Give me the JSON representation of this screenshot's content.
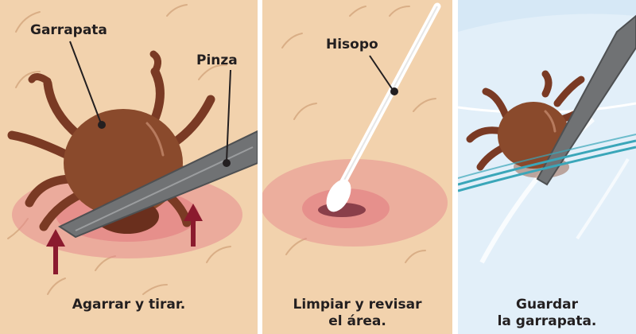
{
  "panels": [
    {
      "labels": {
        "tick": "Garrapata",
        "tweezers": "Pinza"
      },
      "caption": [
        "Agarrar y tirar."
      ]
    },
    {
      "labels": {
        "swab": "Hisopo"
      },
      "caption": [
        "Limpiar y revisar",
        "el área."
      ]
    },
    {
      "labels": {},
      "caption": [
        "Guardar",
        "la garrapata."
      ]
    }
  ],
  "colors": {
    "skin": "#f2d2ad",
    "skin_hair": "#d9ae86",
    "redness": "#e58a8e",
    "tick_body": "#8a4a2c",
    "tick_legs": "#7a3a24",
    "tweezers": "#707274",
    "arrow": "#8b1a2e",
    "bag": "#d6e8f6",
    "bag_stripe": "#3aa6b9",
    "text": "#231f20"
  }
}
